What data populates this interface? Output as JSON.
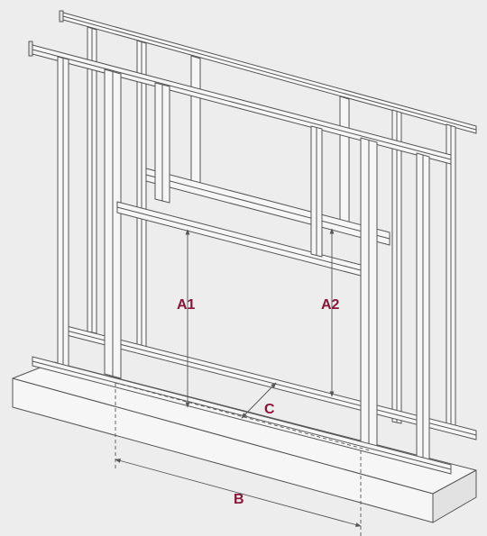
{
  "labels": {
    "a1": "A1",
    "a2": "A2",
    "b": "B",
    "c": "C"
  },
  "colors": {
    "background": "#ededed",
    "label": "#8b1538",
    "line": "#555555"
  }
}
